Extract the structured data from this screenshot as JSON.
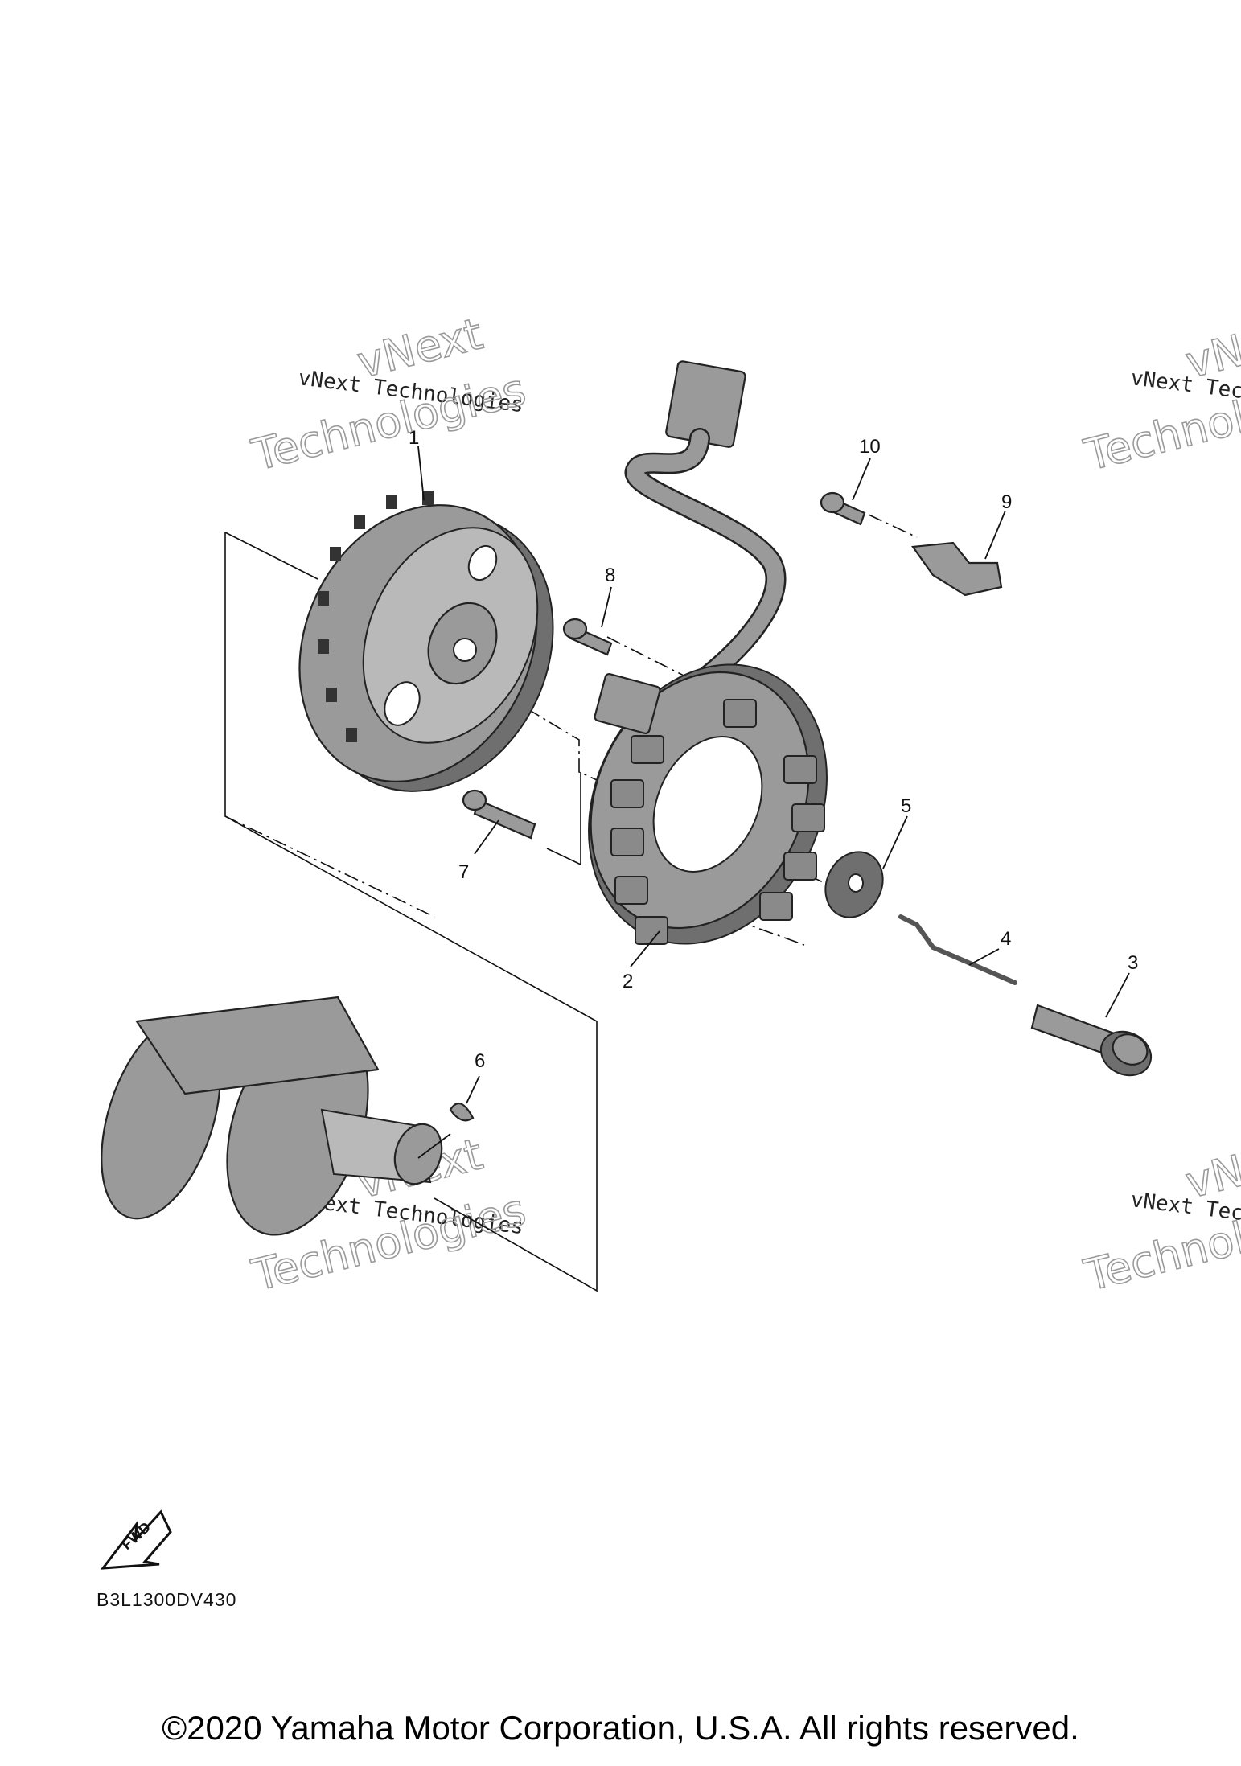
{
  "callouts": {
    "c1": "1",
    "c2": "2",
    "c3": "3",
    "c4": "4",
    "c5": "5",
    "c6": "6",
    "c7": "7",
    "c8": "8",
    "c9": "9",
    "c10": "10"
  },
  "watermarks": {
    "company": "vNext Technologies",
    "line1": "vNext",
    "line2": "Technologies"
  },
  "fwd_label": "FWD",
  "part_code": "B3L1300DV430",
  "copyright": "©2020 Yamaha Motor Corporation, U.S.A. All rights reserved.",
  "colors": {
    "part_fill": "#9a9a9a",
    "line": "#111111",
    "watermark": "#9a9a9a"
  }
}
